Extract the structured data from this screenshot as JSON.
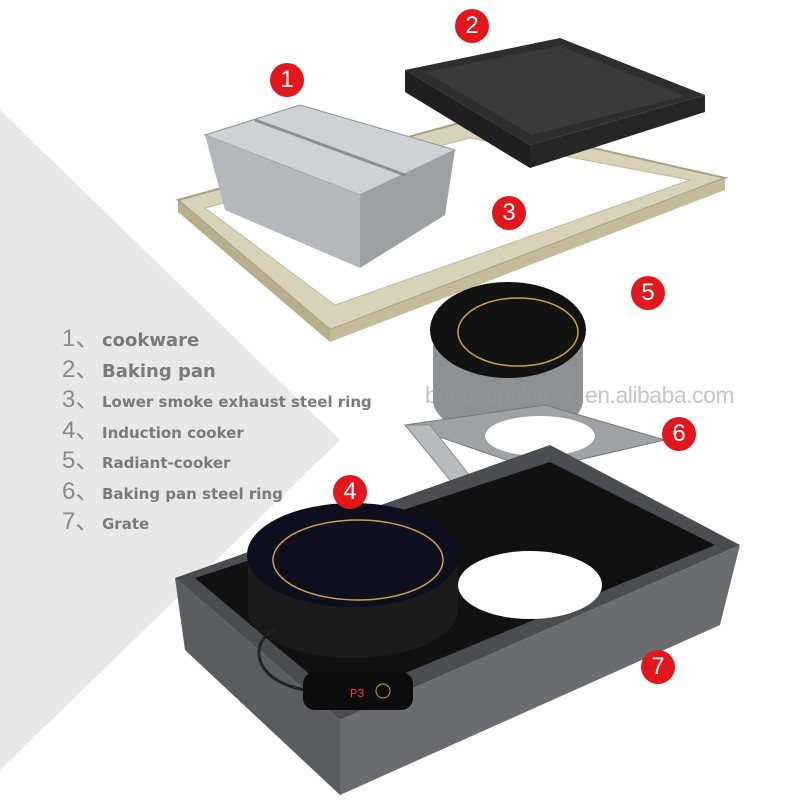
{
  "legend": [
    {
      "number": "1、",
      "label": "cookware"
    },
    {
      "number": "2、",
      "label": "Baking pan"
    },
    {
      "number": "3、",
      "label": "Lower smoke exhaust steel ring"
    },
    {
      "number": "4、",
      "label": "Induction cooker"
    },
    {
      "number": "5、",
      "label": "Radiant-cooker"
    },
    {
      "number": "6、",
      "label": "Baking pan steel ring"
    },
    {
      "number": "7、",
      "label": "Grate"
    }
  ],
  "badges": [
    "1",
    "2",
    "3",
    "4",
    "5",
    "6",
    "7"
  ],
  "watermark": "bagusappliance.en.alibaba.com",
  "control_panel_display": "P3",
  "colors": {
    "badge": "#e3161b",
    "legend_text": "#7a7a7a",
    "background_triangle": "#e6e6e6"
  }
}
